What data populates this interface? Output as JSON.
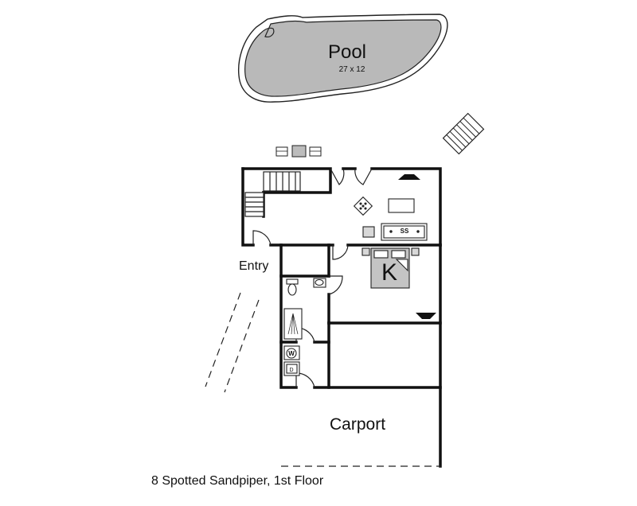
{
  "labels": {
    "pool_name": "Pool",
    "pool_dimensions": "27 x 12",
    "entry": "Entry",
    "carport": "Carport",
    "caption": "8 Spotted Sandpiper, 1st Floor",
    "bedroom_letter": "K",
    "sofa_marker": "SS",
    "washer_marker": "W",
    "dryer_marker": "D"
  },
  "colors": {
    "wall": "#111111",
    "pool_fill": "#b9b9b9",
    "furniture_fill": "#d8d8d8",
    "bed_fill": "#c4c4c4"
  }
}
